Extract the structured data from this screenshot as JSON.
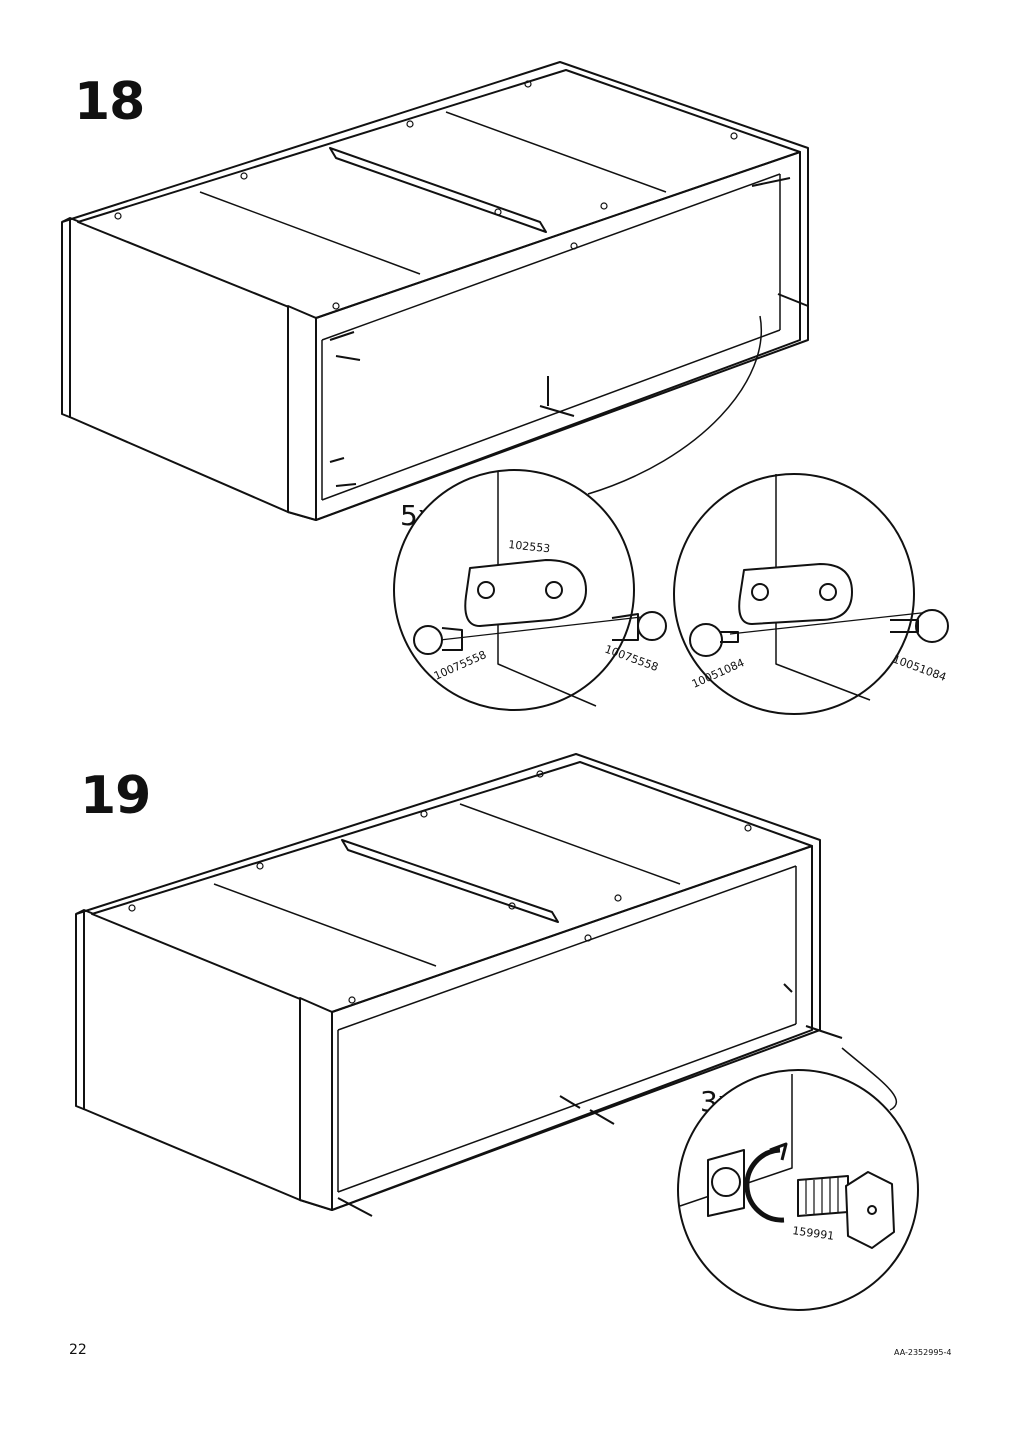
{
  "steps": [
    {
      "number": "18",
      "callout": {
        "quantity": "5x",
        "detail_left": {
          "bracket_part": "102553",
          "screw_left": "10075558",
          "screw_right": "10075558"
        },
        "detail_right": {
          "pin_left": "10051084",
          "pin_right": "10051084"
        }
      }
    },
    {
      "number": "19",
      "callout": {
        "quantity": "3x",
        "part": "159991"
      }
    }
  ],
  "footer": {
    "page_number": "22",
    "document_id": "AA-2352995-4"
  }
}
